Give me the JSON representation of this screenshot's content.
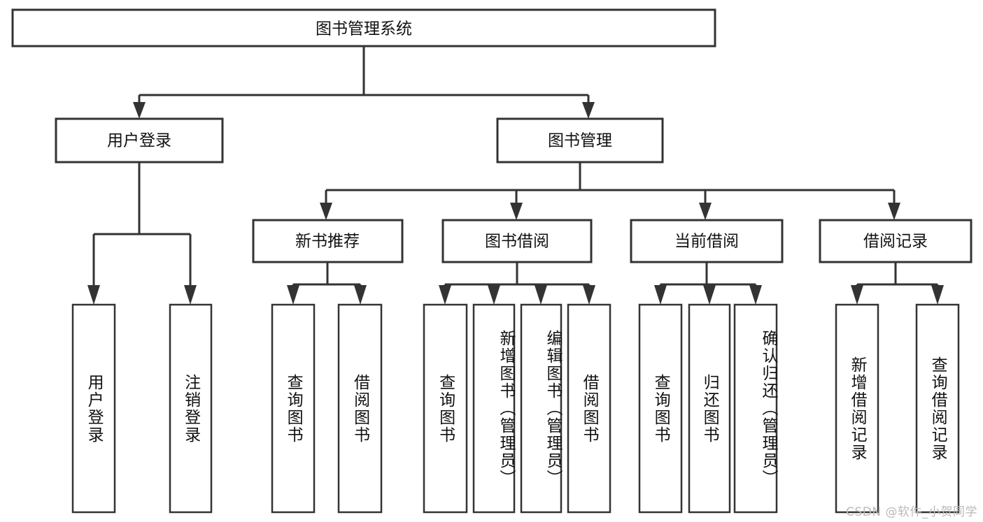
{
  "diagram": {
    "title": "图书管理系统",
    "type": "tree-hierarchy",
    "orientation": "top-down",
    "box_fill": "#ffffff",
    "box_stroke": "#333333",
    "text_color": "#111111"
  },
  "root": {
    "label": "图书管理系统"
  },
  "level2": [
    {
      "label": "用户登录"
    },
    {
      "label": "图书管理"
    }
  ],
  "level3": [
    {
      "label": "新书推荐"
    },
    {
      "label": "图书借阅"
    },
    {
      "label": "当前借阅"
    },
    {
      "label": "借阅记录"
    }
  ],
  "leaves": {
    "user_login": [
      {
        "label": "用户登录"
      },
      {
        "label": "注销登录"
      }
    ],
    "new_book_recommend": [
      {
        "label": "查询图书"
      },
      {
        "label": "借阅图书"
      }
    ],
    "book_borrow": [
      {
        "label": "查询图书"
      },
      {
        "label": "新增图书（管理员）"
      },
      {
        "label": "编辑图书（管理员）"
      },
      {
        "label": "借阅图书"
      }
    ],
    "current_borrow": [
      {
        "label": "查询图书"
      },
      {
        "label": "归还图书"
      },
      {
        "label": "确认归还（管理员）"
      }
    ],
    "borrow_record": [
      {
        "label": "新增借阅记录"
      },
      {
        "label": "查询借阅记录"
      }
    ]
  },
  "watermark": {
    "text": "CSDN @软件_小贺同学"
  }
}
